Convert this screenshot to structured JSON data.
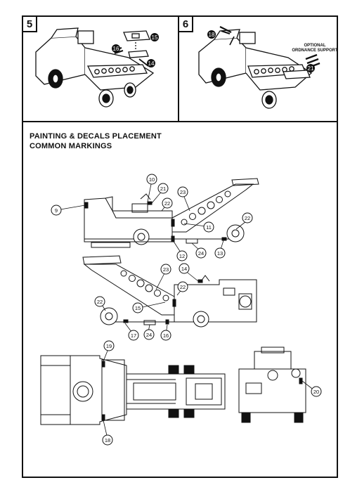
{
  "steps": [
    {
      "number": "5",
      "callouts": [
        "15",
        "16",
        "14"
      ]
    },
    {
      "number": "6",
      "callouts": [
        "18",
        "21"
      ],
      "note_line1": "OPTIONAL",
      "note_line2": "ORDNANCE SUPPORT"
    }
  ],
  "section": {
    "title_line1": "PAINTING & DECALS PLACEMENT",
    "title_line2": "COMMON MARKINGS"
  },
  "callouts": {
    "side_left": [
      "9",
      "10",
      "21",
      "22",
      "23",
      "11",
      "22",
      "12",
      "24",
      "13"
    ],
    "side_right": [
      "23",
      "14",
      "22",
      "22",
      "15",
      "17",
      "24",
      "16"
    ],
    "top": [
      "19",
      "18"
    ],
    "rear": [
      "20"
    ]
  }
}
